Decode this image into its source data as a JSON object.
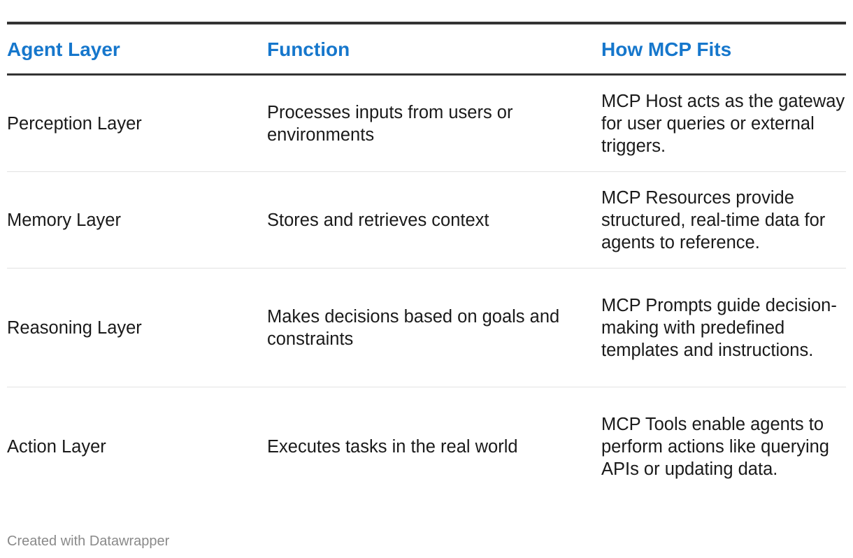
{
  "chart_data": {
    "type": "table",
    "columns": [
      "Agent Layer",
      "Function",
      "How MCP Fits"
    ],
    "rows": [
      [
        "Perception Layer",
        "Processes inputs from users or environments",
        "MCP Host acts as the gateway for user queries or external triggers."
      ],
      [
        "Memory Layer",
        "Stores and retrieves context",
        "MCP Resources provide structured, real-time data for agents to reference."
      ],
      [
        "Reasoning Layer",
        "Makes decisions based on goals and constraints",
        "MCP Prompts guide decision-making with predefined templates and instructions."
      ],
      [
        "Action Layer",
        "Executes tasks in the real world",
        "MCP Tools enable agents to perform actions like querying APIs or updating data."
      ]
    ],
    "header_color": "#1677cc",
    "rule_color": "#333333"
  },
  "footer": {
    "credit": "Created with Datawrapper"
  }
}
